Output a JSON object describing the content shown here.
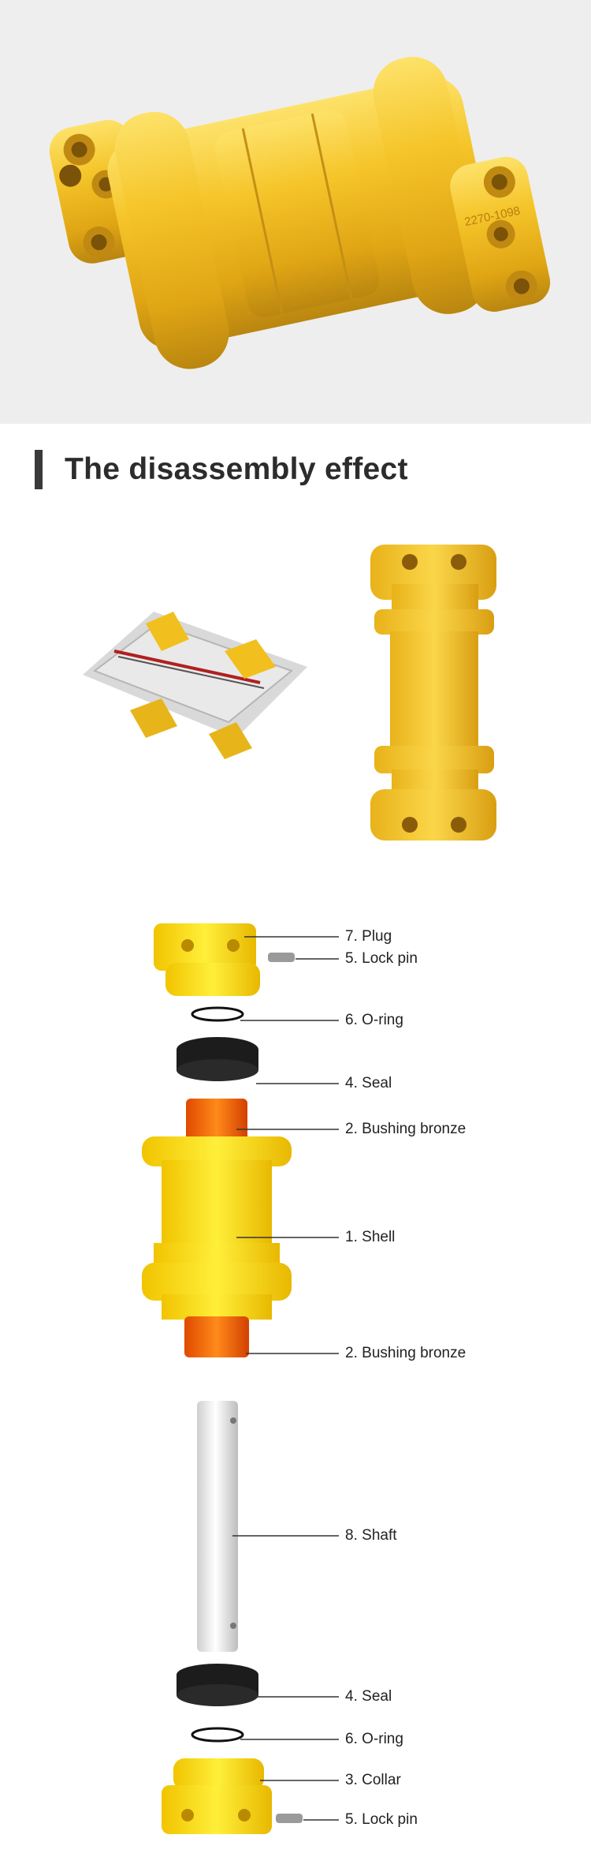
{
  "heading": "The disassembly effect",
  "hero": {
    "casting_mark": "2270-1098"
  },
  "parts": [
    {
      "num": "7.",
      "name": "Plug"
    },
    {
      "num": "5.",
      "name": "Lock pin"
    },
    {
      "num": "6.",
      "name": "O-ring"
    },
    {
      "num": "4.",
      "name": "Seal"
    },
    {
      "num": "2.",
      "name": "Bushing bronze"
    },
    {
      "num": "1.",
      "name": "Shell"
    },
    {
      "num": "2.",
      "name": " Bushing bronze"
    },
    {
      "num": "8.",
      "name": "Shaft"
    },
    {
      "num": "4.",
      "name": "Seal"
    },
    {
      "num": "6.",
      "name": "O-ring"
    },
    {
      "num": "3.",
      "name": "Collar"
    },
    {
      "num": "5.",
      "name": "Lock pin"
    }
  ],
  "colors": {
    "yellow": "#f2c01e",
    "bright_yellow": "#ffe600",
    "bronze": "#ff6a00",
    "title_bar": "#3a3a3a"
  }
}
